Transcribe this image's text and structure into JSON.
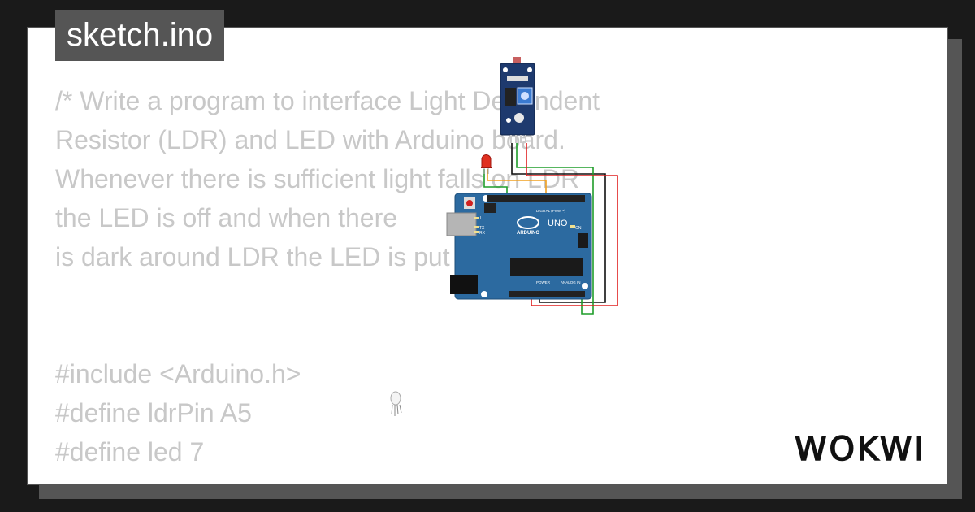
{
  "sketch": {
    "filename": "sketch.ino"
  },
  "code_lines": [
    "/* Write a program to interface Light Dependent",
    "Resistor (LDR) and LED with Arduino board.",
    "Whenever there is sufficient light falls on LDR",
    "the LED is off and when there",
    "is dark around LDR the LED is put on */",
    "",
    "",
    "#include <Arduino.h>",
    "#define ldrPin A5",
    "#define led 7"
  ],
  "board": {
    "brand_text": "ARDUINO",
    "model_text": "UNO",
    "digital_header": "DIGITAL (PWM ~)",
    "power_header": "POWER",
    "analog_header": "ANALOG IN",
    "on_led": "ON",
    "tx_label": "TX",
    "rx_label": "RX",
    "l_label": "L"
  },
  "brand": {
    "name": "WOKWI"
  },
  "colors": {
    "board": "#2c6aa0",
    "sensor_module": "#1e3a6e",
    "wire_green": "#1f9d2a",
    "wire_red": "#e02020",
    "wire_black": "#111111",
    "wire_orange": "#f0a020",
    "led_red": "#e03020"
  }
}
